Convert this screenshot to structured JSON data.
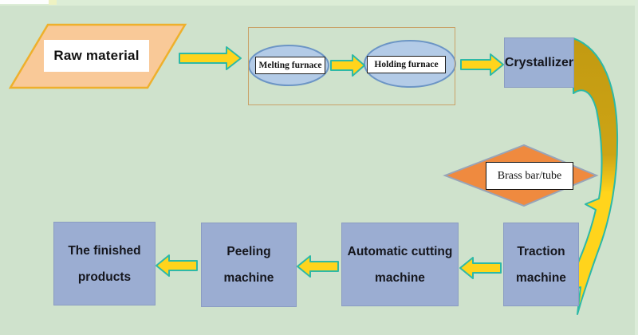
{
  "diagram": {
    "type": "process-flowchart",
    "description_visible_text_only": true,
    "nodes": {
      "raw_material": {
        "label": "Raw material",
        "shape": "parallelogram"
      },
      "melting_furnace": {
        "label": "Melting furnace",
        "shape": "ellipse"
      },
      "holding_furnace": {
        "label": "Holding furnace",
        "shape": "ellipse"
      },
      "crystallizer": {
        "label": "Crystallizer",
        "shape": "rectangle"
      },
      "brass_bar_tube": {
        "label": "Brass bar/tube",
        "shape": "diamond"
      },
      "traction_machine": {
        "line1": "Traction",
        "line2": "machine",
        "shape": "rectangle"
      },
      "automatic_cutting_machine": {
        "line1": "Automatic cutting",
        "line2": "machine",
        "shape": "rectangle"
      },
      "peeling_machine": {
        "line1": "Peeling",
        "line2": "machine",
        "shape": "rectangle"
      },
      "finished_products": {
        "line1": "The finished",
        "line2": "products",
        "shape": "rectangle"
      }
    },
    "flow": [
      "raw_material",
      "melting_furnace",
      "holding_furnace",
      "crystallizer",
      "brass_bar_tube",
      "traction_machine",
      "automatic_cutting_machine",
      "peeling_machine",
      "finished_products"
    ],
    "colors": {
      "background": "#cfe2cc",
      "top_band": "#dcedd6",
      "parallelogram_fill": "#f9c998",
      "parallelogram_border": "#eeb02c",
      "ellipse_fill": "#b3cbe7",
      "ellipse_border": "#6c95c5",
      "rect_fill": "#9badd2",
      "diamond_fill": "#ef8a3f",
      "diamond_border": "#98a4b8",
      "arrow_fill": "#ffd41c",
      "arrow_stroke": "#2db9a7",
      "swoosh_dark_gold": "#c29a12",
      "group_box_border": "#c9a268",
      "label_bg": "#ffffff"
    }
  }
}
